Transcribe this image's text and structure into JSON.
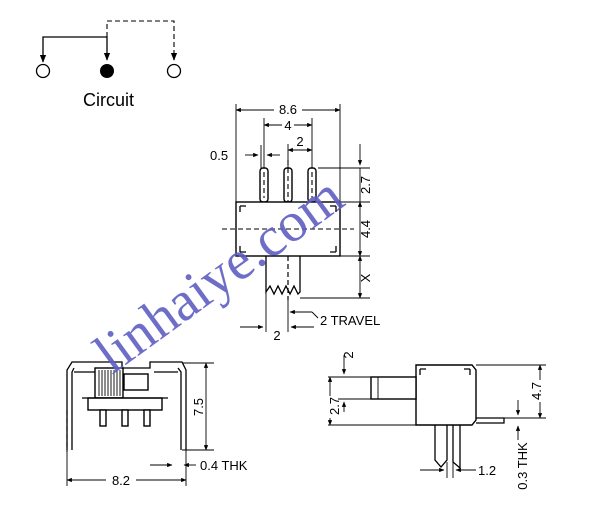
{
  "circuit": {
    "label": "Circuit"
  },
  "top_view": {
    "width": "8.6",
    "pin_pitch_outer": "4",
    "pin_pitch": "2",
    "pin_thickness": "0.5",
    "pin_length": "2.7",
    "body_height": "4.4",
    "actuator_length": "X",
    "actuator_width": "2",
    "travel": "2 TRAVEL"
  },
  "front_view": {
    "height": "7.5",
    "width": "8.2",
    "thickness": "0.4 THK"
  },
  "side_view": {
    "actuator_height": "2",
    "actuator_offset": "2.7",
    "total_height": "4.7",
    "leg_width": "1.2",
    "thickness": "0.3 THK"
  },
  "watermark": "linhaiye.com"
}
